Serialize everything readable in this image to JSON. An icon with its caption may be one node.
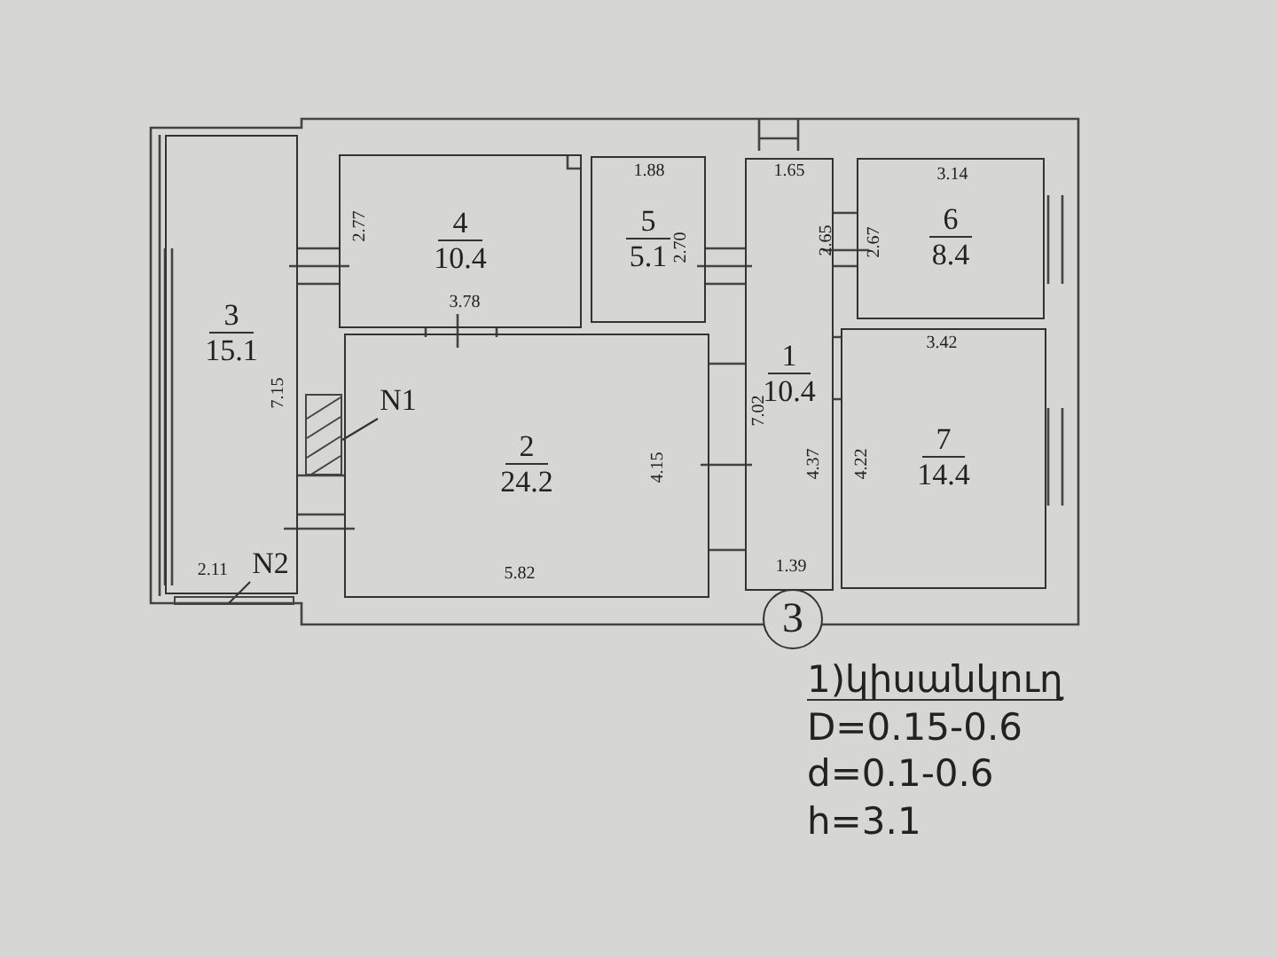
{
  "diagram": {
    "nodes": [
      {
        "text": [
          "3",
          "15.1"
        ]
      },
      {
        "text": [
          "4",
          "10.4"
        ]
      },
      {
        "text": [
          "5",
          "5.1"
        ]
      },
      {
        "text": [
          "1",
          "10.4"
        ]
      },
      {
        "text": [
          "6",
          "8.4"
        ]
      },
      {
        "text": [
          "2",
          "24.2"
        ]
      },
      {
        "text": [
          "7",
          "14.4"
        ]
      },
      {
        "text": [
          "N1"
        ],
        "in": 5
      },
      {
        "text": [],
        "shape": "box"
      },
      {
        "text": [
          "N2"
        ],
        "in": 0
      },
      {
        "text": [],
        "shape": "bar"
      },
      {
        "text": [
          "3"
        ]
      }
    ],
    "edges": [
      {
        "from": 7,
        "to": 8,
        "arrow": "none"
      },
      {
        "from": 9,
        "to": 10,
        "arrow": "none"
      }
    ],
    "labels": [
      "2.77",
      "1.88",
      "2.70",
      "1.65",
      "2.65",
      "2.67",
      "3.14",
      "3.78",
      "3.42",
      "7.15",
      "7.02",
      "4.15",
      "4.37",
      "4.22",
      "2.11",
      "5.82",
      "1.39",
      "1)կիսանկուղ",
      "D=0.15-0.6",
      "d=0.1-0.6",
      "h=3.1"
    ]
  }
}
